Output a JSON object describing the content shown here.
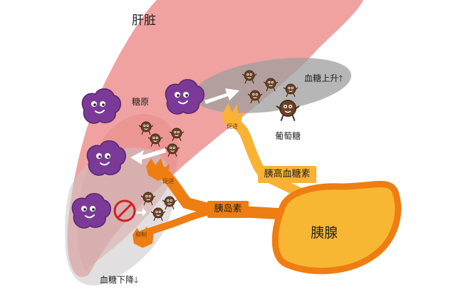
{
  "labels": {
    "liver": "肝脏",
    "glycogen": "糖原",
    "glucose": "葡萄糖",
    "blood_sugar_up": "血糖上升",
    "blood_sugar_down": "血糖下降",
    "glucagon": "胰高血糖素",
    "insulin": "胰岛素",
    "pancreas": "胰腺",
    "promote_1": "促进",
    "promote_2": "促进",
    "inhibit": "抑制"
  },
  "icons": {
    "up_arrow": "arrow-up",
    "down_arrow": "arrow-down",
    "forbidden": "no-sign"
  },
  "colors": {
    "liver": "#f0a2a0",
    "liver_light": "#f7c9c6",
    "glycogen": "#7b3a97",
    "glucose": "#6b4226",
    "gray_zone": "#9e9e9e",
    "pancreas": "#f7b733",
    "pancreas_edge": "#ee7d12",
    "duct": "#f9b233",
    "forbidden": "#d21f26"
  }
}
